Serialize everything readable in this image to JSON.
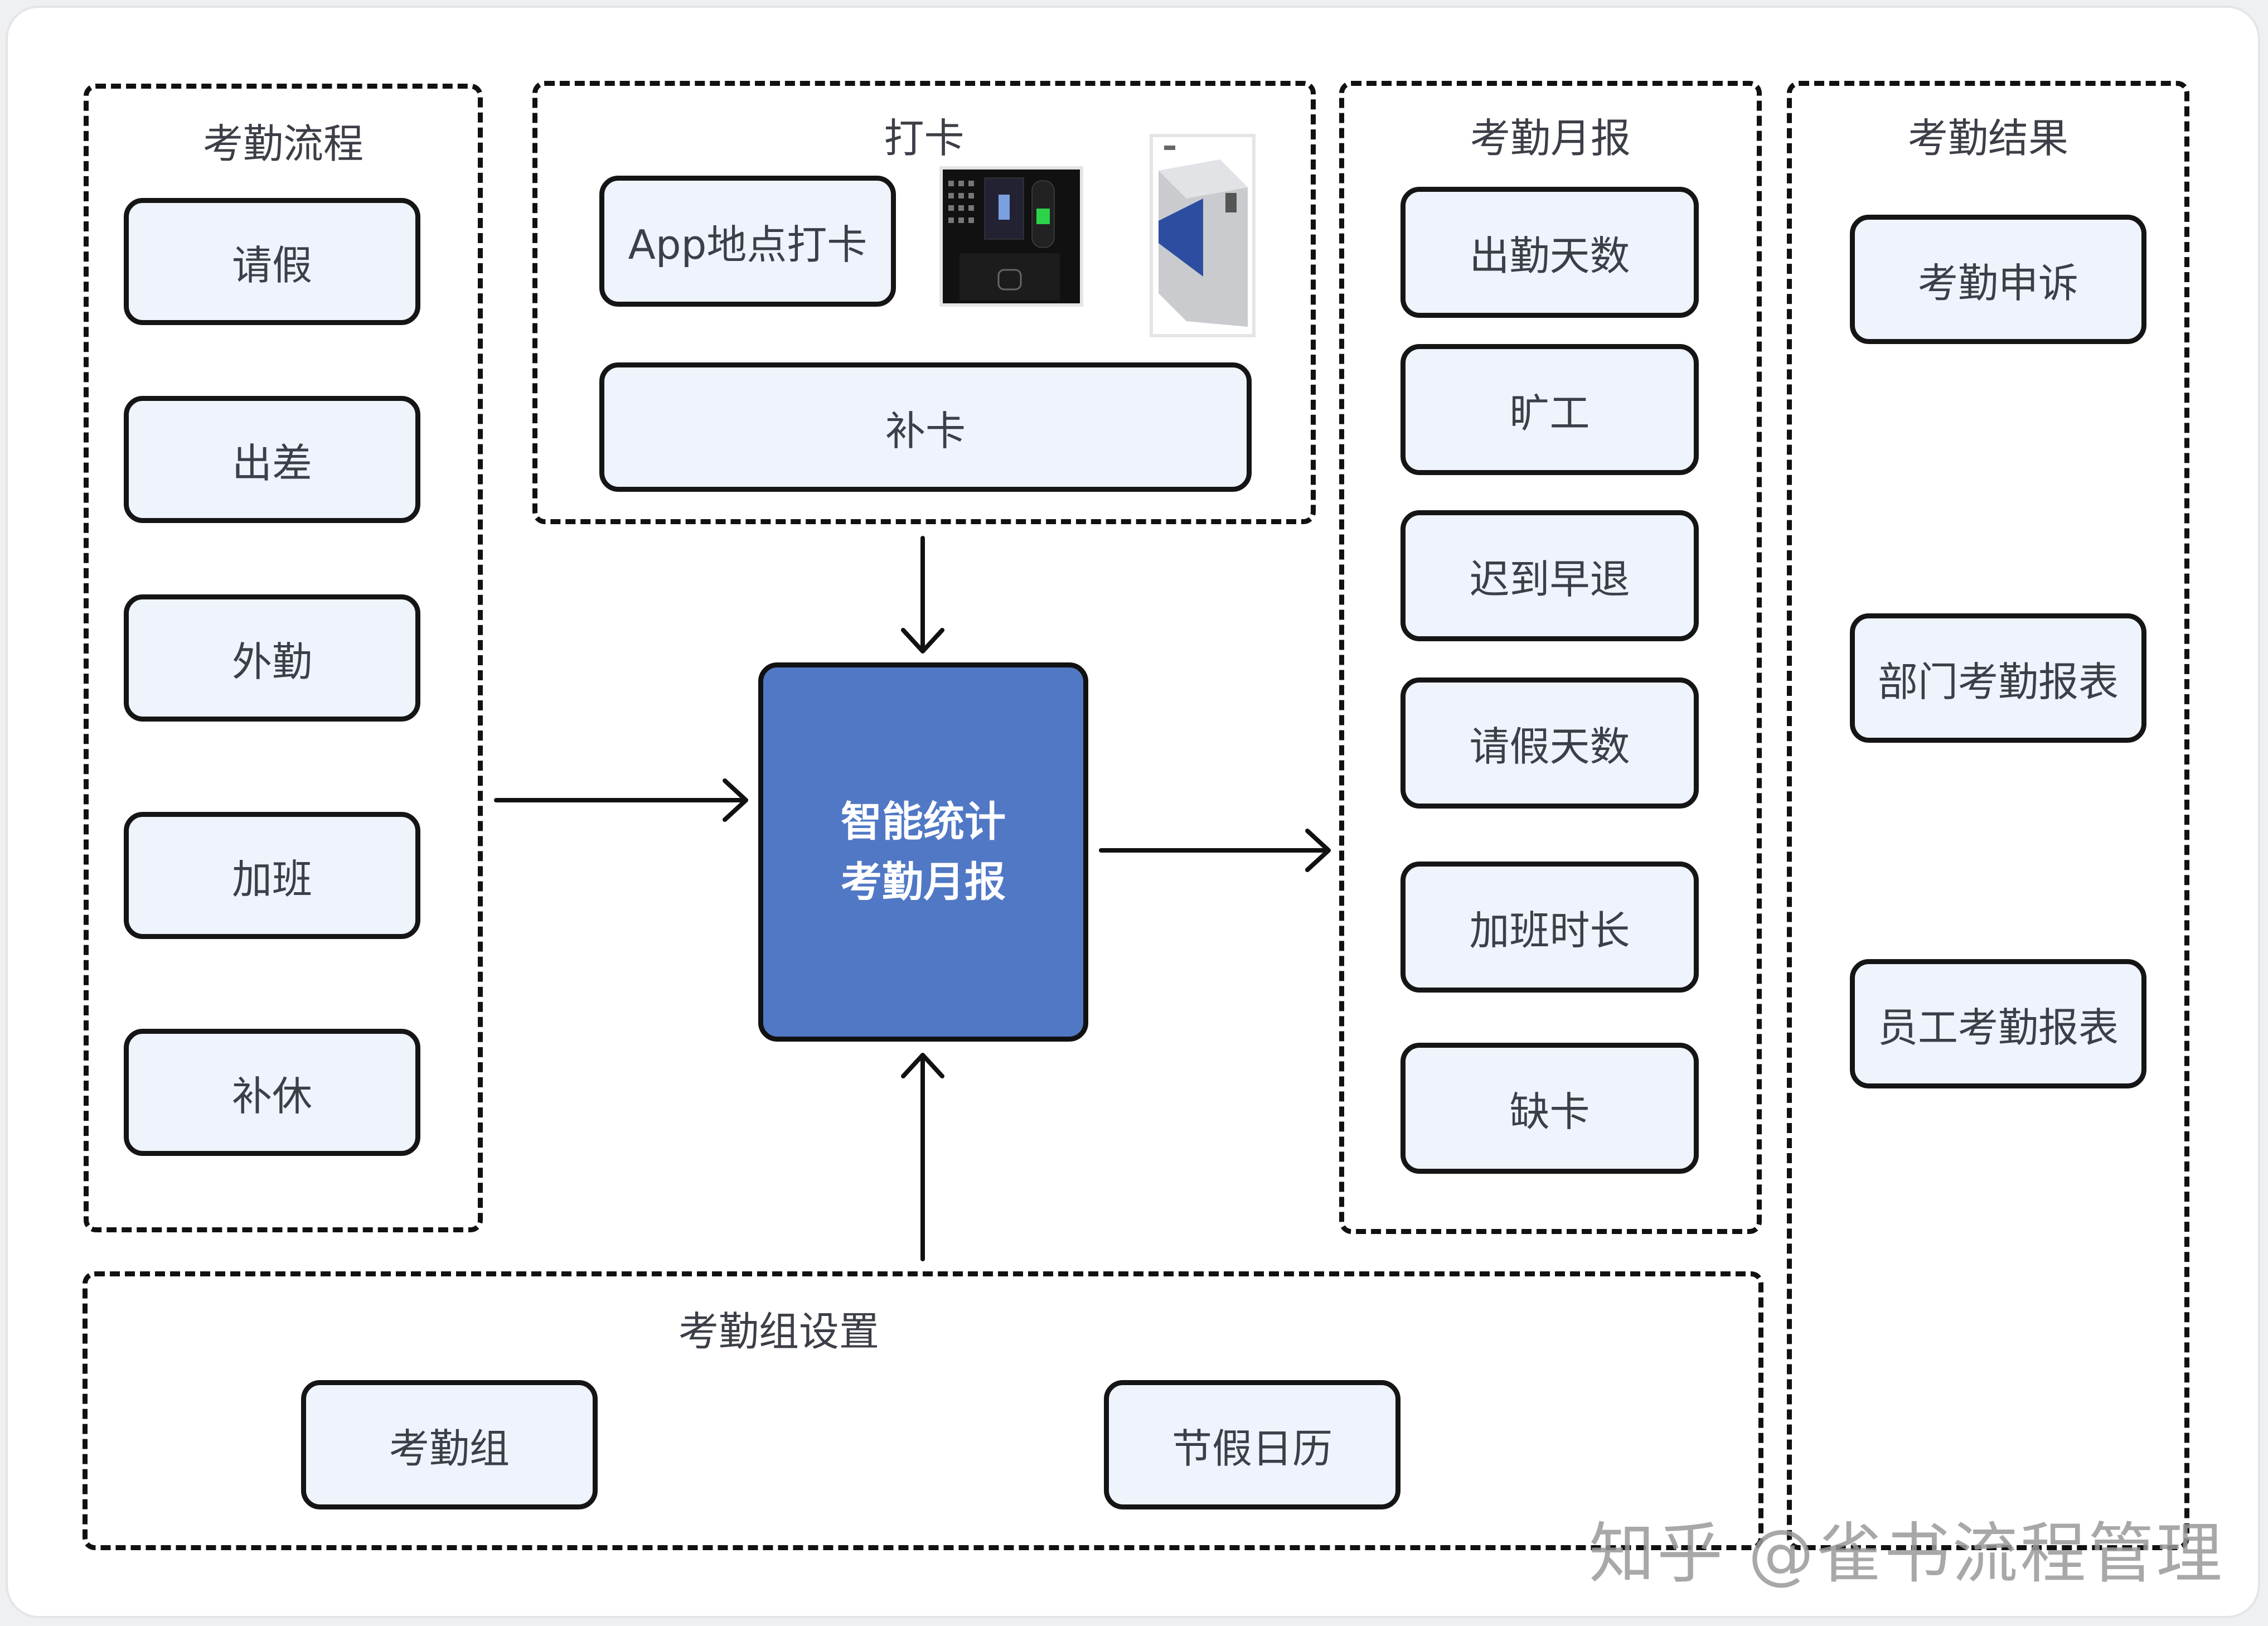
{
  "diagram": {
    "groups": {
      "process": {
        "title": "考勤流程",
        "items": [
          "请假",
          "出差",
          "外勤",
          "加班",
          "补休"
        ]
      },
      "punch": {
        "title": "打卡",
        "app_punch": "App地点打卡",
        "makeup_punch": "补卡",
        "devices": [
          "face-recognition-terminal",
          "turnstile-gate"
        ]
      },
      "monthly": {
        "title": "考勤月报",
        "items": [
          "出勤天数",
          "旷工",
          "迟到早退",
          "请假天数",
          "加班时长",
          "缺卡"
        ]
      },
      "results": {
        "title": "考勤结果",
        "items": [
          "考勤申诉",
          "部门考勤报表",
          "员工考勤报表"
        ]
      },
      "settings": {
        "title": "考勤组设置",
        "items": [
          "考勤组",
          "节假日历"
        ]
      }
    },
    "center": {
      "line1": "智能统计",
      "line2": "考勤月报",
      "color": "#5078c5"
    },
    "edges": [
      {
        "from": "考勤流程",
        "to": "智能统计考勤月报"
      },
      {
        "from": "打卡",
        "to": "智能统计考勤月报"
      },
      {
        "from": "考勤组设置",
        "to": "智能统计考勤月报"
      },
      {
        "from": "智能统计考勤月报",
        "to": "考勤月报"
      }
    ],
    "node_fill": "#eef3fc",
    "watermark": "知乎 @雀书流程管理"
  }
}
